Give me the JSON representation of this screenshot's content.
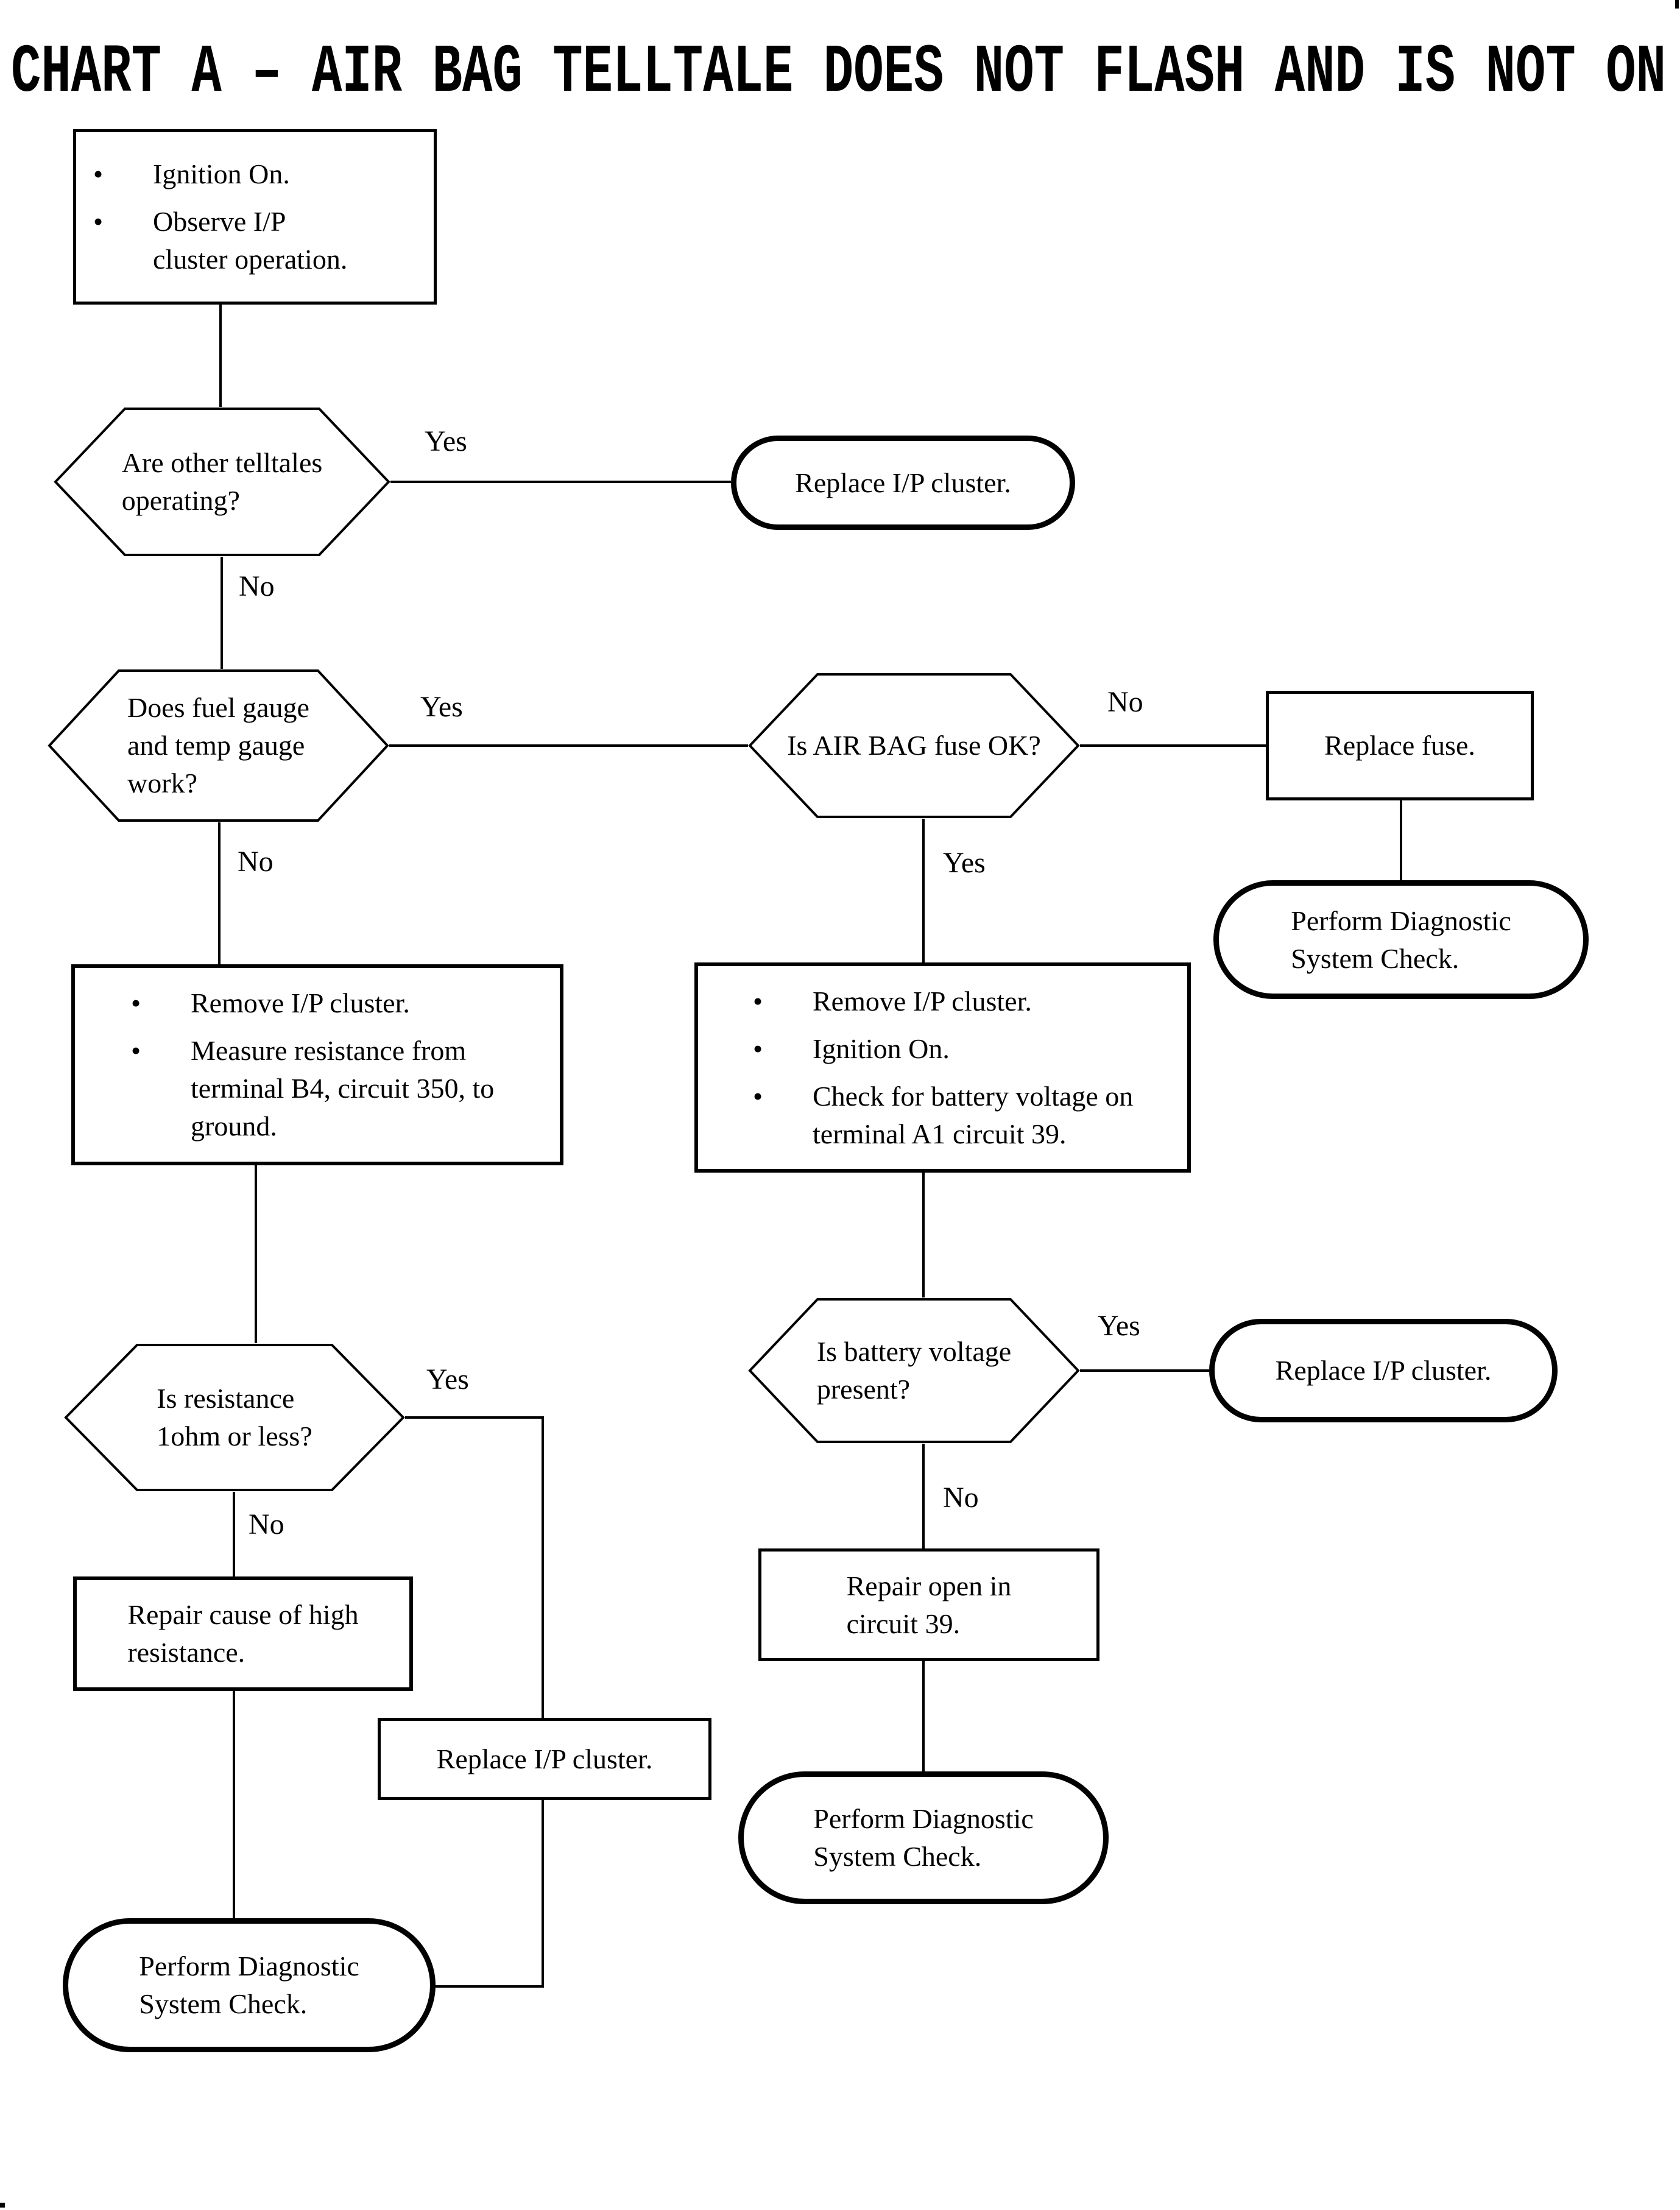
{
  "title": "CHART A – AIR BAG TELLTALE DOES NOT FLASH AND IS NOT ON",
  "labels": {
    "yes": "Yes",
    "no": "No"
  },
  "colors": {
    "ink": "#000000",
    "paper": "#ffffff"
  },
  "nodes": {
    "start": {
      "items": [
        {
          "lines": [
            "Ignition On."
          ]
        },
        {
          "lines": [
            "Observe I/P",
            "cluster operation."
          ]
        }
      ]
    },
    "q_telltales": {
      "lines": [
        "Are other telltales",
        "operating?"
      ]
    },
    "t_replace_top": {
      "lines": [
        "Replace I/P cluster."
      ]
    },
    "q_gauges": {
      "lines": [
        "Does fuel gauge",
        "and temp gauge",
        "work?"
      ]
    },
    "q_fuse": {
      "lines": [
        "Is AIR BAG fuse OK?"
      ]
    },
    "replace_fuse": {
      "lines": [
        "Replace fuse."
      ]
    },
    "t_diag_right": {
      "lines": [
        "Perform Diagnostic",
        "System Check."
      ]
    },
    "proc_resistance": {
      "items": [
        {
          "lines": [
            "Remove I/P cluster."
          ]
        },
        {
          "lines": [
            "Measure resistance from",
            "terminal B4, circuit 350, to",
            "ground."
          ]
        }
      ]
    },
    "proc_voltage": {
      "items": [
        {
          "lines": [
            "Remove I/P cluster."
          ]
        },
        {
          "lines": [
            "Ignition On."
          ]
        },
        {
          "lines": [
            "Check for battery voltage on",
            "terminal A1 circuit 39."
          ]
        }
      ]
    },
    "q_resistance": {
      "lines": [
        "Is resistance",
        "1ohm or less?"
      ]
    },
    "q_battery": {
      "lines": [
        "Is battery voltage",
        "present?"
      ]
    },
    "repair_resistance": {
      "lines": [
        "Repair cause of high",
        "resistance."
      ]
    },
    "replace_rect": {
      "lines": [
        "Replace I/P cluster."
      ]
    },
    "repair_circuit": {
      "lines": [
        "Repair open in",
        "circuit 39."
      ]
    },
    "t_replace_right": {
      "lines": [
        "Replace I/P cluster."
      ]
    },
    "t_diag_mid": {
      "lines": [
        "Perform Diagnostic",
        "System Check."
      ]
    },
    "t_diag_bl": {
      "lines": [
        "Perform Diagnostic",
        "System Check."
      ]
    }
  }
}
